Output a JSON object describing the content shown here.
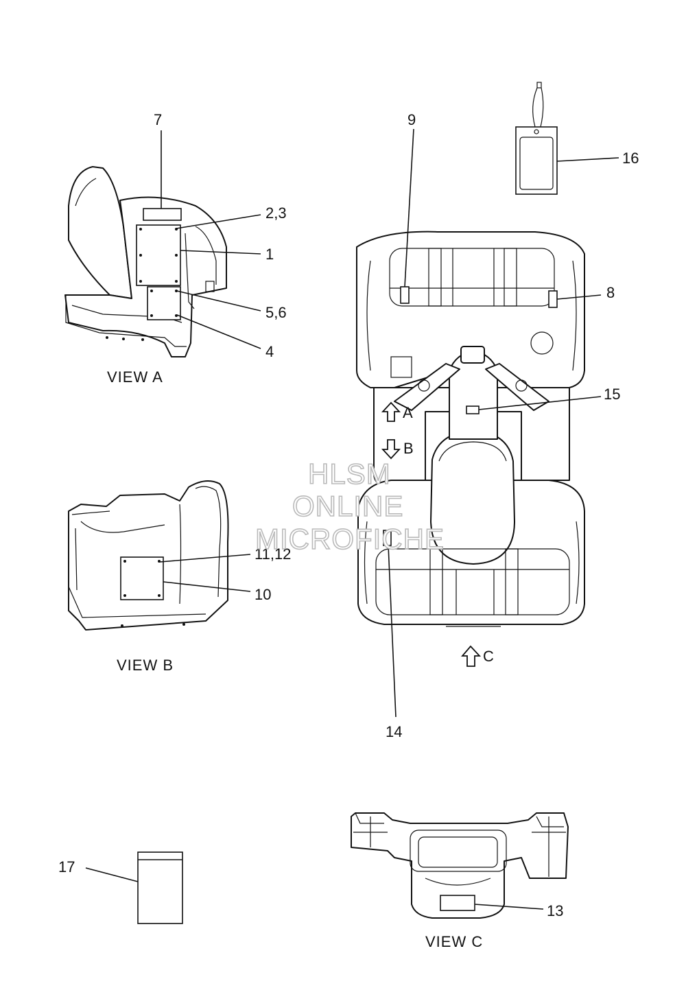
{
  "callouts": {
    "c1": "1",
    "c2_3": "2,3",
    "c4": "4",
    "c5_6": "5,6",
    "c7": "7",
    "c8": "8",
    "c9": "9",
    "c10": "10",
    "c11_12": "11,12",
    "c13": "13",
    "c14": "14",
    "c15": "15",
    "c16": "16",
    "c17": "17"
  },
  "views": {
    "a": "VIEW A",
    "b": "VIEW B",
    "c": "VIEW C"
  },
  "direction_arrows": {
    "a": "A",
    "b": "B",
    "c": "C"
  },
  "watermark": {
    "line1": "HLSM",
    "line2": "ONLINE",
    "line3": "MICROFICHE"
  }
}
